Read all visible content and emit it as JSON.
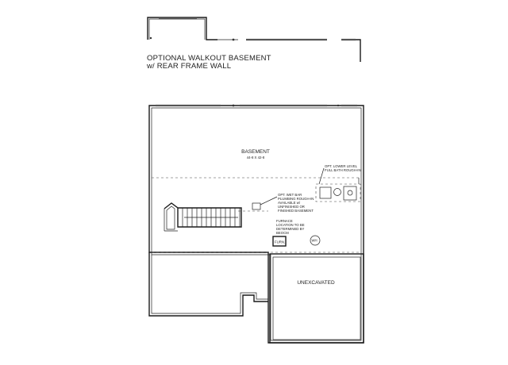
{
  "walkout_title": {
    "line1": "OPTIONAL WALKOUT BASEMENT",
    "line2": "w/ REAR FRAME WALL"
  },
  "rooms": {
    "basement_name": "BASEMENT",
    "basement_dims": "44-8 X 42-8",
    "unexcavated": "UNEXCAVATED"
  },
  "notes": {
    "bath": [
      "OPT. LOWER LEVEL",
      "FULL BATH ROUGH-IN"
    ],
    "wet_bar": [
      "OPT. WET BAR",
      "PLUMBING ROUGH-IN",
      "AVAILABLE w/",
      "UNFINISHED OR",
      "FINISHED BASEMENT"
    ],
    "furnace": [
      "FURNACE",
      "LOCATION TO BE",
      "DETERMINED BY",
      "BEOCM"
    ]
  },
  "fixtures": {
    "furnace_label": "FURN.",
    "water_heater_label": "WH"
  }
}
